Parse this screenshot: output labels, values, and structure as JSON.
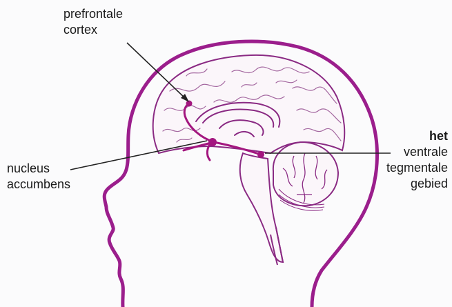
{
  "labels": {
    "prefrontal": [
      "prefrontale",
      "cortex"
    ],
    "nucleus": [
      "nucleus",
      "accumbens"
    ],
    "vta": [
      "het",
      "ventrale",
      "tegmentale",
      "gebied"
    ]
  },
  "colors": {
    "head_outline": "#9b1e8c",
    "brain_lines": "#8a2a83",
    "pathway": "#a3167f",
    "leader_lines": "#222222",
    "text": "#1a1a1a",
    "background": "#fbfbfc"
  }
}
